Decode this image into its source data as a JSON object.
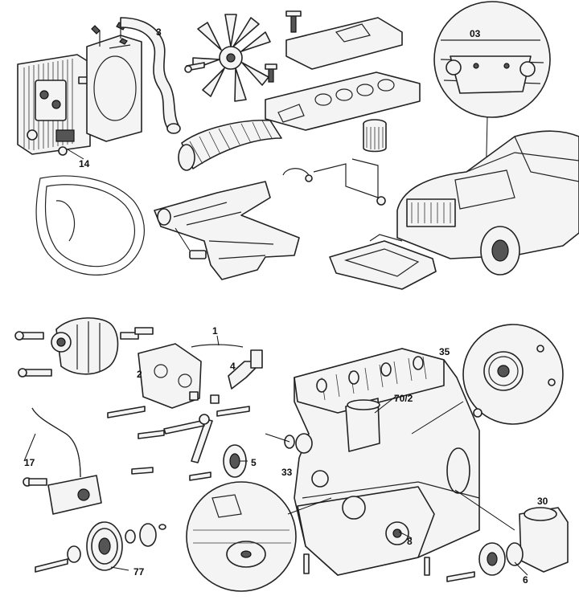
{
  "callouts": [
    {
      "id": "c14",
      "text": "14"
    },
    {
      "id": "c3",
      "text": "3"
    },
    {
      "id": "c03",
      "text": "03"
    },
    {
      "id": "c1",
      "text": "1"
    },
    {
      "id": "c2",
      "text": "2"
    },
    {
      "id": "c4",
      "text": "4"
    },
    {
      "id": "c35",
      "text": "35"
    },
    {
      "id": "c70",
      "text": "70/2"
    },
    {
      "id": "c17",
      "text": "17"
    },
    {
      "id": "c5",
      "text": "5"
    },
    {
      "id": "c33",
      "text": "33"
    },
    {
      "id": "c30",
      "text": "30"
    },
    {
      "id": "c8",
      "text": "8"
    },
    {
      "id": "c77",
      "text": "77"
    },
    {
      "id": "c6",
      "text": "6"
    }
  ]
}
